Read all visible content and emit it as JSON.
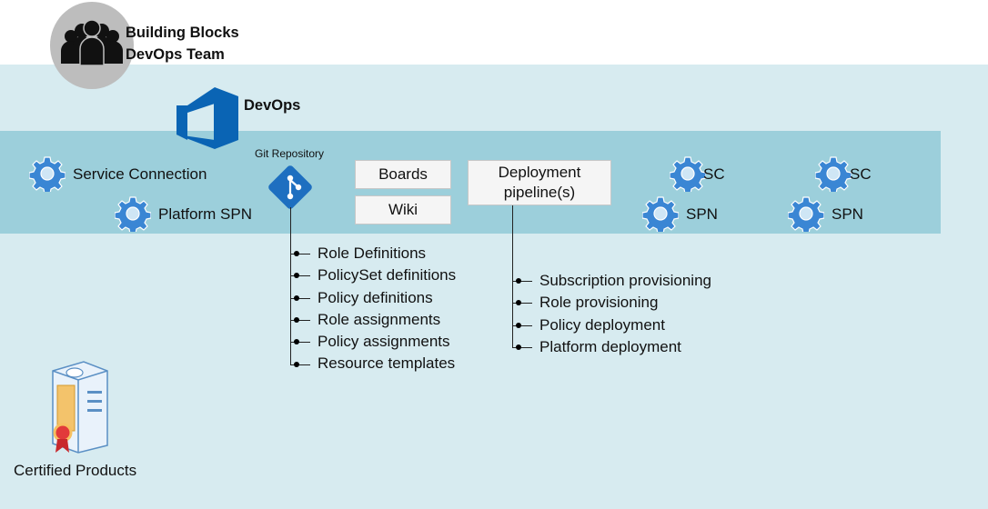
{
  "team": {
    "line1": "Building Blocks",
    "line2": "DevOps Team"
  },
  "devops": {
    "title": "DevOps"
  },
  "service_connection": {
    "label": "Service Connection"
  },
  "platform_spn": {
    "label": "Platform SPN"
  },
  "git": {
    "label": "Git Repository"
  },
  "boards": {
    "label": "Boards"
  },
  "wiki": {
    "label": "Wiki"
  },
  "pipeline": {
    "line1": "Deployment",
    "line2": "pipeline(s)"
  },
  "repo_items": [
    "Role Definitions",
    "PolicySet definitions",
    "Policy definitions",
    "Role assignments",
    "Policy assignments",
    "Resource templates"
  ],
  "pipeline_items": [
    "Subscription provisioning",
    "Role provisioning",
    "Policy deployment",
    "Platform deployment"
  ],
  "sc_group_1": {
    "sc": "SC",
    "spn": "SPN"
  },
  "sc_group_2": {
    "sc": "SC",
    "spn": "SPN"
  },
  "certified": {
    "label": "Certified Products"
  },
  "colors": {
    "band": "#9ccfdb",
    "background": "#d7ebf0",
    "gear": "#3a86d4",
    "devops_logo": "#0a64b4",
    "git_logo": "#1e6fc0"
  }
}
